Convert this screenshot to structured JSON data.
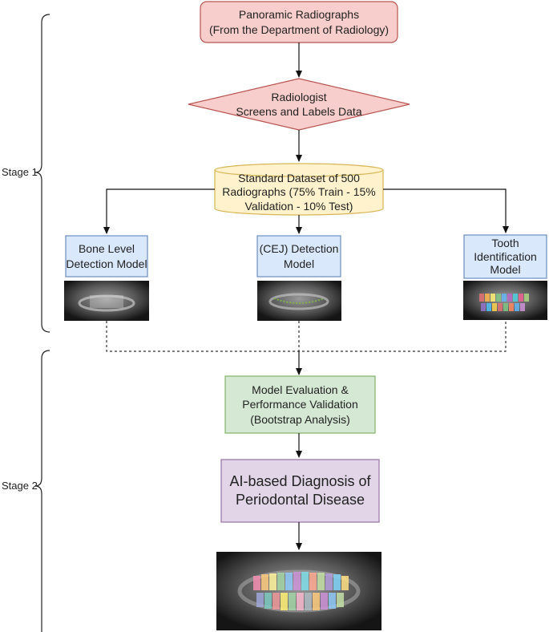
{
  "stages": {
    "stage1": "Stage 1",
    "stage2": "Stage 2"
  },
  "nodes": {
    "source": "Panoramic Radiographs\n(From the Department of Radiology)",
    "screening": "Radiologist\nScreens and Labels Data",
    "dataset": "Standard Dataset of 500\nRadiographs (75% Train - 15%\nValidation - 10% Test)",
    "bone_model": "Bone Level\nDetection Model",
    "cej_model": "(CEJ) Detection\nModel",
    "tooth_model": "Tooth\nIdentification\nModel",
    "evaluation": "Model Evaluation &\nPerformance Validation\n(Bootstrap Analysis)",
    "diagnosis": "AI-based Diagnosis of\nPeriodontal Disease"
  },
  "colors": {
    "source_fill": "#f8cecc",
    "source_stroke": "#b85450",
    "screen_fill": "#f8cecc",
    "screen_stroke": "#b85450",
    "dataset_fill": "#fff2cc",
    "dataset_stroke": "#d6b656",
    "model_fill": "#dae8fc",
    "model_stroke": "#6c8ebf",
    "eval_fill": "#d5e8d4",
    "eval_stroke": "#82b366",
    "diag_fill": "#e1d5e7",
    "diag_stroke": "#9673a6"
  }
}
